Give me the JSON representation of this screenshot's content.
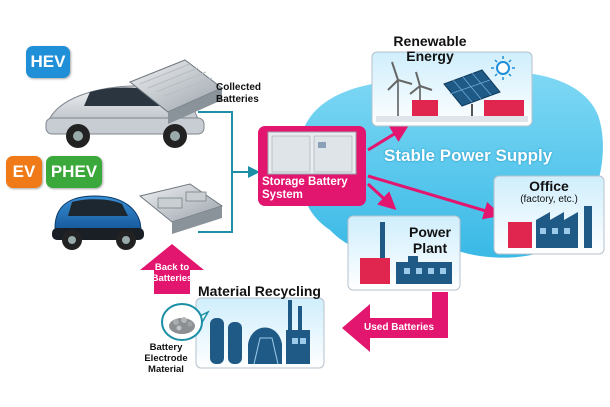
{
  "badges": {
    "hev": "HEV",
    "ev": "EV",
    "phev": "PHEV"
  },
  "labels": {
    "collected": [
      "Collected",
      "Batteries"
    ],
    "storage": [
      "Storage Battery",
      "System"
    ],
    "renewable": [
      "Renewable",
      "Energy"
    ],
    "stable": "Stable Power Supply",
    "office": "Office",
    "office_sub": "(factory, etc.)",
    "power_plant": [
      "Power",
      "Plant"
    ],
    "used_batteries": "Used Batteries",
    "material_recycling": "Material Recycling",
    "back_to": [
      "Back to",
      "Batteries"
    ],
    "electrode": [
      "Battery",
      "Electrode",
      "Material"
    ]
  },
  "colors": {
    "hev_blue": "#1f8fd8",
    "ev_orange": "#f07a18",
    "phev_green": "#3aa83a",
    "accent_pink": "#e3166f",
    "cloud_cyan": "#4fc7ec",
    "connector_teal": "#1c8fa6",
    "building_red": "#e0254e",
    "building_navy": "#1f5a86"
  }
}
